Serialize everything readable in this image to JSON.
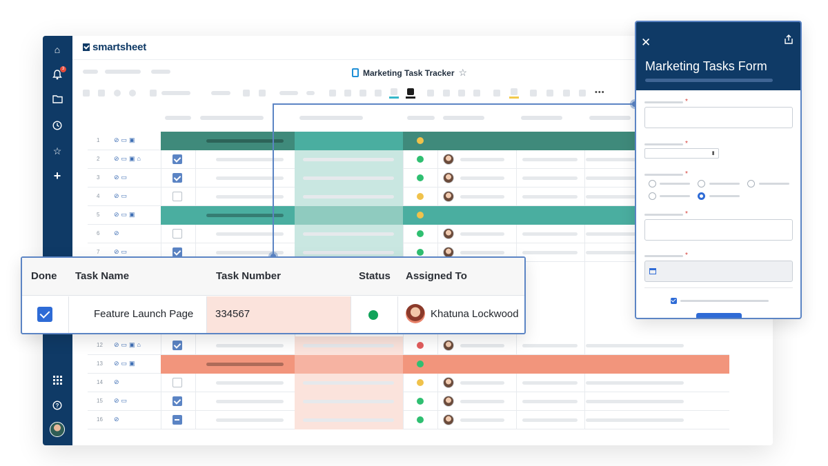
{
  "app": {
    "brand": "smartsheet",
    "sheet_title": "Marketing Task Tracker",
    "notification_count": "3"
  },
  "sidebar": {
    "items": [
      {
        "icon": "home-icon",
        "glyph": "⌂"
      },
      {
        "icon": "bell-icon",
        "glyph": "🔔"
      },
      {
        "icon": "folder-icon",
        "glyph": "▭"
      },
      {
        "icon": "clock-icon",
        "glyph": "◷"
      },
      {
        "icon": "star-icon",
        "glyph": "☆"
      },
      {
        "icon": "plus-icon",
        "glyph": "+"
      }
    ],
    "bottom": [
      {
        "icon": "apps-grid-icon",
        "glyph": "⋮⋮⋮"
      },
      {
        "icon": "help-icon",
        "glyph": "?"
      }
    ]
  },
  "grid_rows": [
    {
      "num": "1",
      "icons": "⊘▭▣",
      "kind": "parent-dark",
      "check": "",
      "status": "#f0c24b",
      "avatar": false
    },
    {
      "num": "2",
      "icons": "⊘▭▣⌂",
      "kind": "child",
      "check": "on",
      "status": "#2fbf71",
      "avatar": true
    },
    {
      "num": "3",
      "icons": "⊘▭",
      "kind": "child",
      "check": "on",
      "status": "#2fbf71",
      "avatar": true
    },
    {
      "num": "4",
      "icons": "⊘▭",
      "kind": "child",
      "check": "off",
      "status": "#f0c24b",
      "avatar": true
    },
    {
      "num": "5",
      "icons": "⊘▭▣",
      "kind": "parent-teal",
      "check": "",
      "status": "#f0c24b",
      "avatar": false
    },
    {
      "num": "6",
      "icons": "⊘",
      "kind": "child",
      "check": "off",
      "status": "#2fbf71",
      "avatar": true
    },
    {
      "num": "7",
      "icons": "⊘▭",
      "kind": "child",
      "check": "on",
      "status": "#2fbf71",
      "avatar": true
    },
    {
      "num": "12",
      "icons": "⊘▭▣⌂",
      "kind": "child-salmon",
      "check": "on",
      "status": "#e35d5d",
      "avatar": true
    },
    {
      "num": "13",
      "icons": "⊘▭▣",
      "kind": "parent-salmon",
      "check": "",
      "status": "#2fbf71",
      "avatar": false
    },
    {
      "num": "14",
      "icons": "⊘",
      "kind": "child-salmon",
      "check": "off",
      "status": "#f0c24b",
      "avatar": true
    },
    {
      "num": "15",
      "icons": "⊘▭",
      "kind": "child-salmon",
      "check": "on",
      "status": "#2fbf71",
      "avatar": true
    },
    {
      "num": "16",
      "icons": "⊘",
      "kind": "child-salmon",
      "check": "mid",
      "status": "#2fbf71",
      "avatar": true
    }
  ],
  "card": {
    "headers": {
      "done": "Done",
      "task_name": "Task Name",
      "task_number": "Task Number",
      "status": "Status",
      "assigned_to": "Assigned To"
    },
    "row": {
      "done": true,
      "task_name": "Feature Launch Page",
      "task_number": "334567",
      "status_color": "#11a35a",
      "assignee": "Khatuna Lockwood"
    }
  },
  "form": {
    "title": "Marketing Tasks Form",
    "required_mark": "*",
    "dropdown_arrow": "⬍",
    "radio_selected_index": 4
  },
  "colors": {
    "sidebar": "#0f3a66",
    "accent": "#5b84c4",
    "teal_dark": "#3f8a7b",
    "teal": "#4aaea0",
    "salmon": "#f2957c",
    "salmon_light": "#fbe3dc"
  }
}
